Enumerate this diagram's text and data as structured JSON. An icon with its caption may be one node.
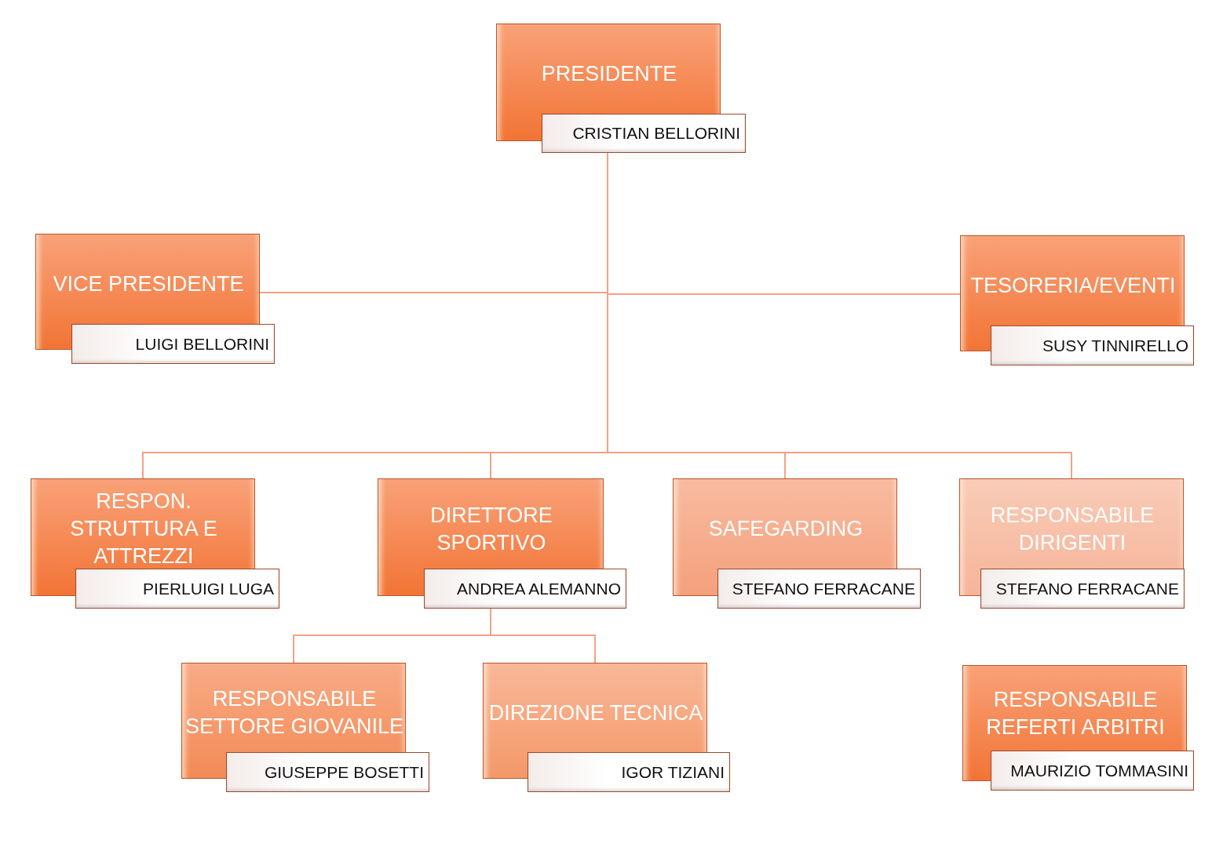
{
  "diagram": {
    "nodes": [
      {
        "text": [
          "PRESIDENTE",
          "CRISTIAN BELLORINI"
        ]
      },
      {
        "text": [
          "VICE PRESIDENTE",
          "LUIGI BELLORINI"
        ]
      },
      {
        "text": [
          "TESORERIA/EVENTI",
          "SUSY TINNIRELLO"
        ]
      },
      {
        "text": [
          "RESPON. STRUTTURA E ATTREZZI",
          "PIERLUIGI LUGA"
        ]
      },
      {
        "text": [
          "DIRETTORE SPORTIVO",
          "ANDREA ALEMANNO"
        ]
      },
      {
        "text": [
          "SAFEGARDING",
          "STEFANO FERRACANE"
        ]
      },
      {
        "text": [
          "RESPONSABILE DIRIGENTI",
          "STEFANO FERRACANE"
        ]
      },
      {
        "text": [
          "RESPONSABILE SETTORE GIOVANILE",
          "GIUSEPPE BOSETTI"
        ]
      },
      {
        "text": [
          "DIREZIONE TECNICA",
          "IGOR TIZIANI"
        ]
      },
      {
        "text": [
          "RESPONSABILE REFERTI ARBITRI",
          "MAURIZIO TOMMASINI"
        ]
      }
    ],
    "edges": [
      {
        "from": 0,
        "to": 1,
        "arrow": "none"
      },
      {
        "from": 0,
        "to": 2,
        "arrow": "none"
      },
      {
        "from": 0,
        "to": 3,
        "arrow": "none"
      },
      {
        "from": 0,
        "to": 4,
        "arrow": "none"
      },
      {
        "from": 0,
        "to": 5,
        "arrow": "none"
      },
      {
        "from": 0,
        "to": 6,
        "arrow": "none"
      },
      {
        "from": 4,
        "to": 7,
        "arrow": "none"
      },
      {
        "from": 4,
        "to": 8,
        "arrow": "none"
      }
    ]
  }
}
